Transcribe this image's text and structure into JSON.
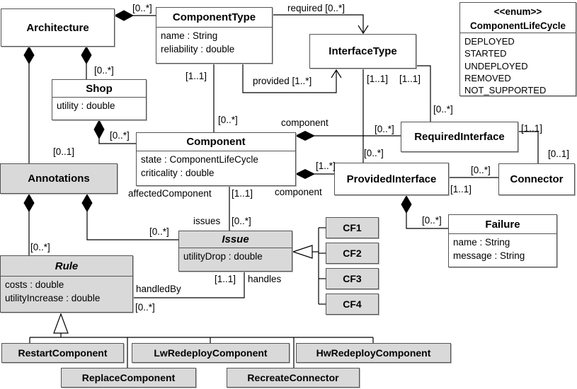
{
  "colors": {
    "class_fill": "#ffffff",
    "shaded_fill": "#d9d9d9",
    "border": "#545454",
    "edge": "#000000",
    "background": "#ffffff"
  },
  "classes": {
    "architecture": {
      "name": "Architecture"
    },
    "componentType": {
      "name": "ComponentType",
      "attributes": [
        "name : String",
        "reliability : double"
      ]
    },
    "interfaceType": {
      "name": "InterfaceType"
    },
    "lifecycleEnum": {
      "stereotype": "<<enum>>",
      "name": "ComponentLifeCycle",
      "literals": [
        "DEPLOYED",
        "STARTED",
        "UNDEPLOYED",
        "REMOVED",
        "NOT_SUPPORTED"
      ]
    },
    "shop": {
      "name": "Shop",
      "attributes": [
        "utility : double"
      ]
    },
    "component": {
      "name": "Component",
      "attributes": [
        "state : ComponentLifeCycle",
        "criticality : double"
      ]
    },
    "annotations": {
      "name": "Annotations"
    },
    "requiredInterface": {
      "name": "RequiredInterface"
    },
    "providedInterface": {
      "name": "ProvidedInterface"
    },
    "connector": {
      "name": "Connector"
    },
    "issue": {
      "name": "Issue",
      "attributes": [
        "utilityDrop : double"
      ]
    },
    "failure": {
      "name": "Failure",
      "attributes": [
        "name : String",
        "message : String"
      ]
    },
    "rule": {
      "name": "Rule",
      "attributes": [
        "costs : double",
        "utilityIncrease : double"
      ]
    },
    "cf1": {
      "name": "CF1"
    },
    "cf2": {
      "name": "CF2"
    },
    "cf3": {
      "name": "CF3"
    },
    "cf4": {
      "name": "CF4"
    },
    "restartComponent": {
      "name": "RestartComponent"
    },
    "lwRedeployComponent": {
      "name": "LwRedeployComponent"
    },
    "hwRedeployComponent": {
      "name": "HwRedeployComponent"
    },
    "replaceComponent": {
      "name": "ReplaceComponent"
    },
    "recreateConnector": {
      "name": "RecreateConnector"
    }
  },
  "labels": {
    "arch_ct": "[0..*]",
    "required": "required [0..*]",
    "arch_ann": "[0..1]",
    "arch_shop": "[0..*]",
    "shop_comp": "[0..*]",
    "ct_comp_src": "[1..1]",
    "ct_comp_tgt": "[0..*]",
    "provided": "provided [1..*]",
    "it_pi_src": "[1..1]",
    "it_pi_tgt": "[0..*]",
    "it_ri_src": "[1..1]",
    "it_ri_tgt": "[0..*]",
    "comp_role_req": "component",
    "comp_ri_tgt": "[0..*]",
    "ri_conn_src": "[1..1]",
    "ri_conn_tgt": "[0..1]",
    "comp_pi_tgt": "[1..*]",
    "comp_role_prov": "component",
    "pi_conn_src": "[1..1]",
    "pi_conn_tgt": "[0..*]",
    "pi_fail_tgt": "[0..*]",
    "affected_role": "affectedComponent",
    "affected_mult": "[1..1]",
    "issues_role": "issues",
    "issues_mult": "[0..*]",
    "ann_issue": "[0..*]",
    "ann_rule": "[0..*]",
    "handles_mult": "[1..1]",
    "handles_role": "handles",
    "handledby_role": "handledBy",
    "rule_issue": "[0..*]"
  }
}
